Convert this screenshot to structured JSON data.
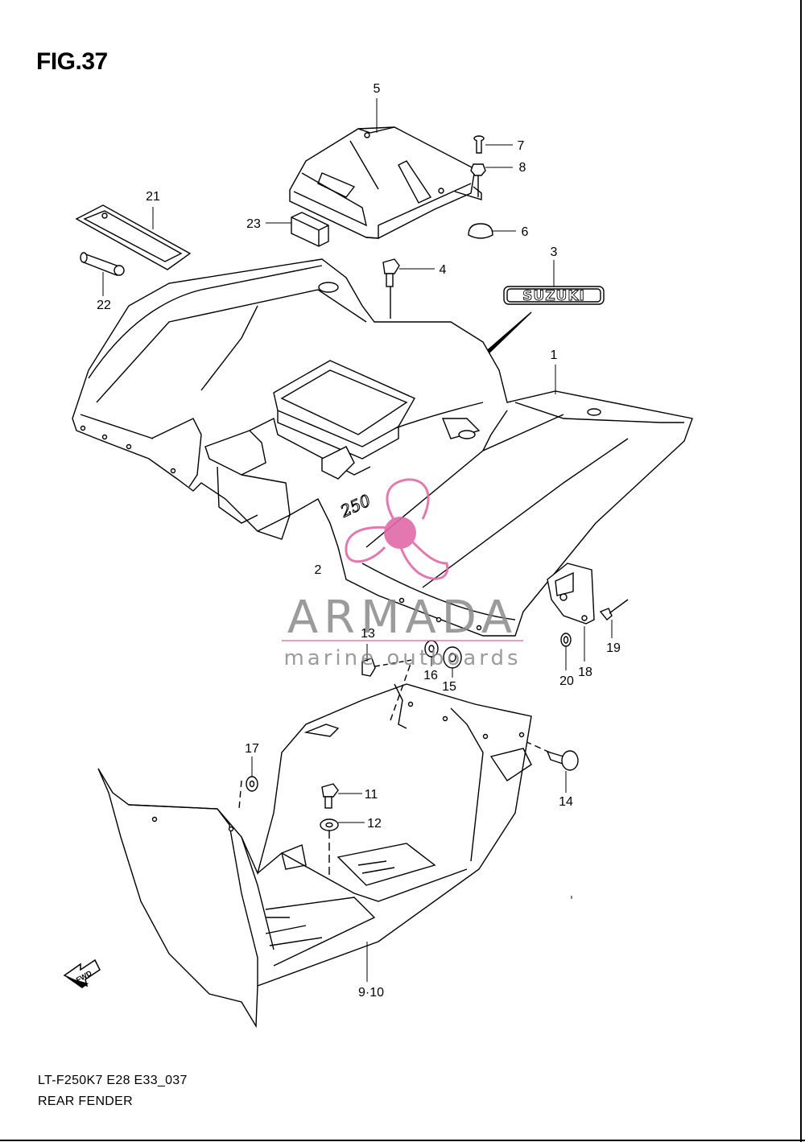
{
  "figure": {
    "title": "FIG.37"
  },
  "footer": {
    "code": "LT-F250K7 E28 E33_037",
    "name": "REAR FENDER"
  },
  "watermark": {
    "brand": "ARMADA",
    "tagline": "marine outboards",
    "accent_color": "#e06aa8",
    "text_color": "#8a8a8a"
  },
  "emblem": {
    "text": "SUZUKI"
  },
  "fender_marking": "250",
  "direction_arrow": {
    "text": "FWD"
  },
  "parts": [
    {
      "ref": "1",
      "label": "1"
    },
    {
      "ref": "2",
      "label": "2"
    },
    {
      "ref": "3",
      "label": "3"
    },
    {
      "ref": "4",
      "label": "4"
    },
    {
      "ref": "5",
      "label": "5"
    },
    {
      "ref": "6",
      "label": "6"
    },
    {
      "ref": "7",
      "label": "7"
    },
    {
      "ref": "8",
      "label": "8"
    },
    {
      "ref": "9-10",
      "label": "9·10"
    },
    {
      "ref": "11",
      "label": "11"
    },
    {
      "ref": "12",
      "label": "12"
    },
    {
      "ref": "13",
      "label": "13"
    },
    {
      "ref": "14",
      "label": "14"
    },
    {
      "ref": "15",
      "label": "15"
    },
    {
      "ref": "16",
      "label": "16"
    },
    {
      "ref": "17",
      "label": "17"
    },
    {
      "ref": "18",
      "label": "18"
    },
    {
      "ref": "19",
      "label": "19"
    },
    {
      "ref": "20",
      "label": "20"
    },
    {
      "ref": "21",
      "label": "21"
    },
    {
      "ref": "22",
      "label": "22"
    },
    {
      "ref": "23",
      "label": "23"
    }
  ]
}
